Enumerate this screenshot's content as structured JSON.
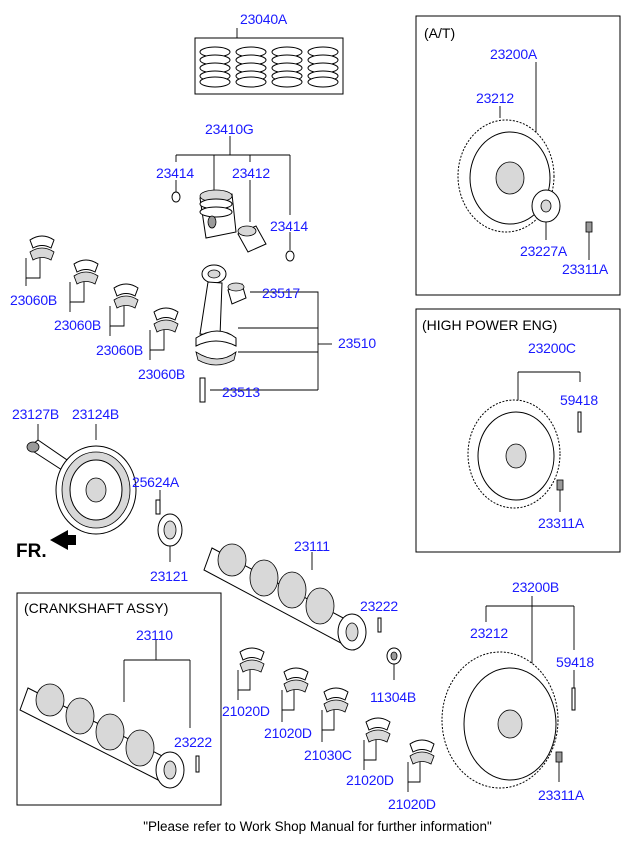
{
  "boxes": {
    "at": "(A/T)",
    "high_power": "(HIGH POWER ENG)",
    "crank_assy": "(CRANKSHAFT ASSY)"
  },
  "labels": {
    "p23040A": "23040A",
    "p23410G": "23410G",
    "p23414a": "23414",
    "p23412": "23412",
    "p23414b": "23414",
    "p23060B_1": "23060B",
    "p23060B_2": "23060B",
    "p23060B_3": "23060B",
    "p23060B_4": "23060B",
    "p23517": "23517",
    "p23510": "23510",
    "p23513": "23513",
    "p23127B": "23127B",
    "p23124B": "23124B",
    "p25624A": "25624A",
    "p23121": "23121",
    "p23111": "23111",
    "p23222a": "23222",
    "p11304B": "11304B",
    "p23110": "23110",
    "p23222b": "23222",
    "p21020D_1": "21020D",
    "p21020D_2": "21020D",
    "p21030C": "21030C",
    "p21020D_3": "21020D",
    "p21020D_4": "21020D",
    "p23200A": "23200A",
    "p23212a": "23212",
    "p23227A": "23227A",
    "p23311A_1": "23311A",
    "p23200C": "23200C",
    "p59418a": "59418",
    "p23311A_2": "23311A",
    "p23200B": "23200B",
    "p23212b": "23212",
    "p59418b": "59418",
    "p23311A_3": "23311A"
  },
  "front_marker": "FR.",
  "footer": "\"Please refer to Work Shop Manual for further information\""
}
